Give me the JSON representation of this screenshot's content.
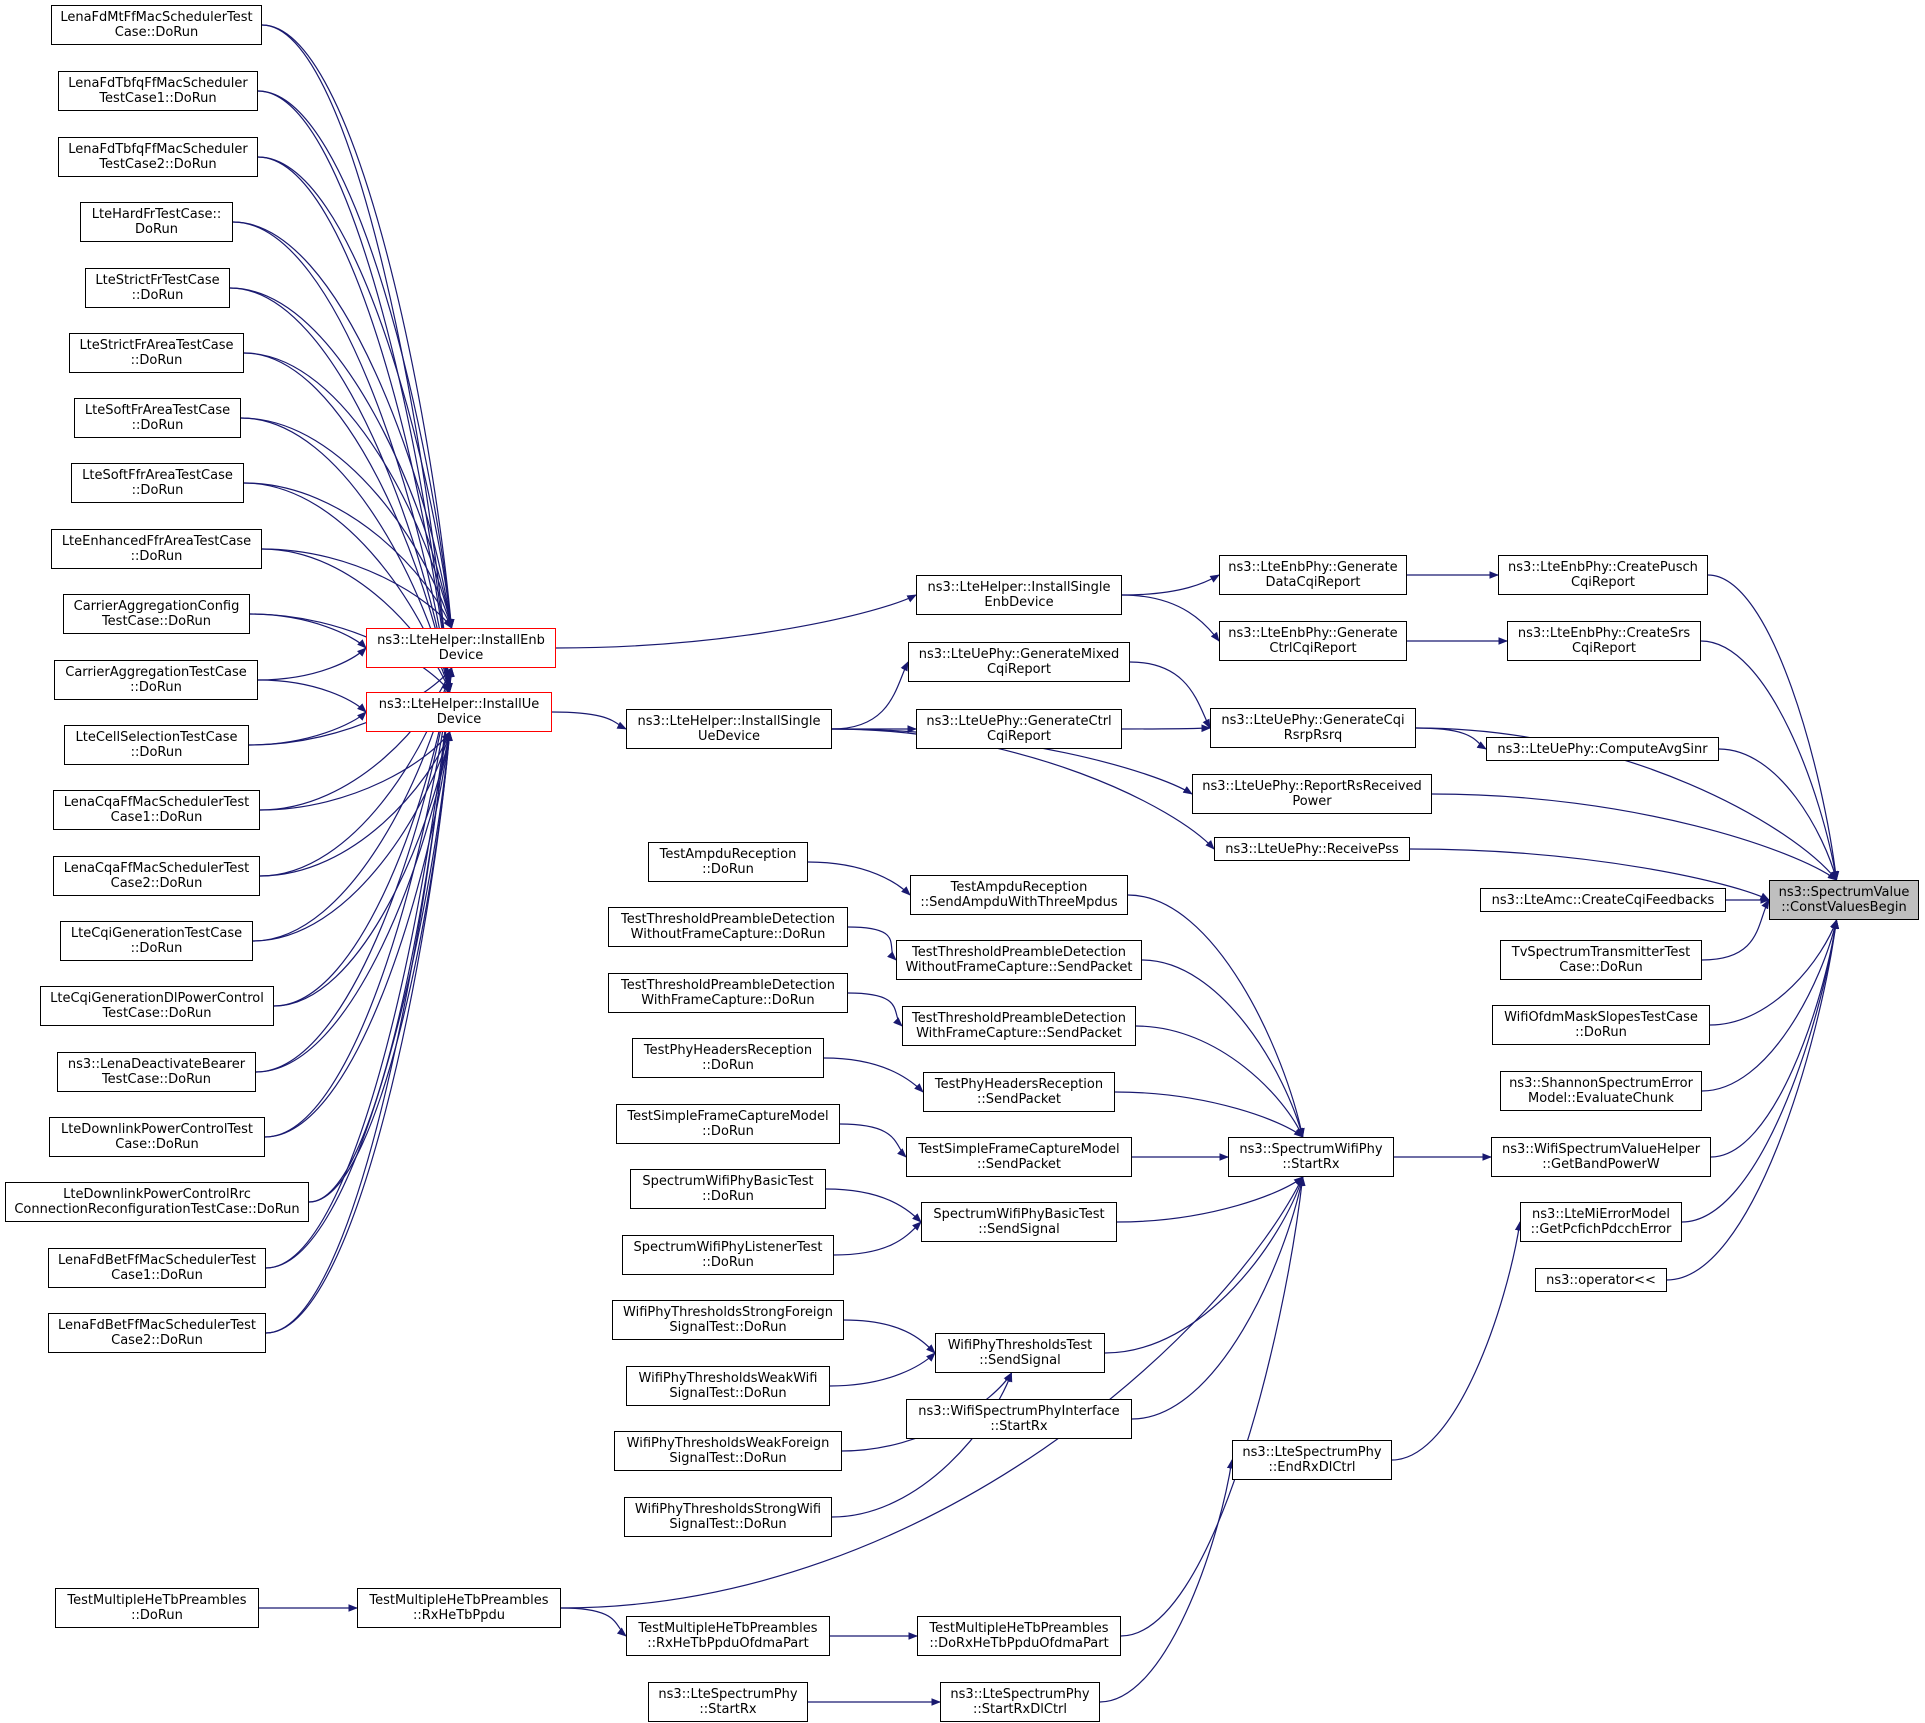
{
  "colors": {
    "edge": "#191970",
    "node_border": "#000000",
    "highlight_border": "#ff0000",
    "root_fill": "#bfbfbf",
    "background": "#ffffff"
  },
  "nodes": {
    "root": {
      "label": "ns3::SpectrumValue\n::ConstValuesBegin"
    },
    "lena_fd_mt": {
      "label": "LenaFdMtFfMacSchedulerTest\nCase::DoRun"
    },
    "lena_tbfq1": {
      "label": "LenaFdTbfqFfMacScheduler\nTestCase1::DoRun"
    },
    "lena_tbfq2": {
      "label": "LenaFdTbfqFfMacScheduler\nTestCase2::DoRun"
    },
    "lte_hard_fr": {
      "label": "LteHardFrTestCase::\nDoRun"
    },
    "lte_strict_fr": {
      "label": "LteStrictFrTestCase\n::DoRun"
    },
    "lte_strict_fr_area": {
      "label": "LteStrictFrAreaTestCase\n::DoRun"
    },
    "lte_soft_fr_area": {
      "label": "LteSoftFrAreaTestCase\n::DoRun"
    },
    "lte_soft_ffr_area": {
      "label": "LteSoftFfrAreaTestCase\n::DoRun"
    },
    "lte_enhanced_ffr": {
      "label": "LteEnhancedFfrAreaTestCase\n::DoRun"
    },
    "ca_config": {
      "label": "CarrierAggregationConfig\nTestCase::DoRun"
    },
    "ca_test": {
      "label": "CarrierAggregationTestCase\n::DoRun"
    },
    "cell_selection": {
      "label": "LteCellSelectionTestCase\n::DoRun"
    },
    "cqa1": {
      "label": "LenaCqaFfMacSchedulerTest\nCase1::DoRun"
    },
    "cqa2": {
      "label": "LenaCqaFfMacSchedulerTest\nCase2::DoRun"
    },
    "cqi_gen": {
      "label": "LteCqiGenerationTestCase\n::DoRun"
    },
    "cqi_gen_dl": {
      "label": "LteCqiGenerationDlPowerControl\nTestCase::DoRun"
    },
    "deactivate_bearer": {
      "label": "ns3::LenaDeactivateBearer\nTestCase::DoRun"
    },
    "dl_power_ctrl": {
      "label": "LteDownlinkPowerControlTest\nCase::DoRun"
    },
    "dl_power_ctrl_rrc": {
      "label": "LteDownlinkPowerControlRrc\nConnectionReconfigurationTestCase::DoRun"
    },
    "bet1": {
      "label": "LenaFdBetFfMacSchedulerTest\nCase1::DoRun"
    },
    "bet2": {
      "label": "LenaFdBetFfMacSchedulerTest\nCase2::DoRun"
    },
    "install_enb": {
      "label": "ns3::LteHelper::InstallEnb\nDevice"
    },
    "install_ue": {
      "label": "ns3::LteHelper::InstallUe\nDevice"
    },
    "install_single_enb": {
      "label": "ns3::LteHelper::InstallSingle\nEnbDevice"
    },
    "install_single_ue": {
      "label": "ns3::LteHelper::InstallSingle\nUeDevice"
    },
    "gen_data_cqi": {
      "label": "ns3::LteEnbPhy::Generate\nDataCqiReport"
    },
    "gen_ctrl_cqi_enb": {
      "label": "ns3::LteEnbPhy::Generate\nCtrlCqiReport"
    },
    "create_pusch": {
      "label": "ns3::LteEnbPhy::CreatePusch\nCqiReport"
    },
    "create_srs": {
      "label": "ns3::LteEnbPhy::CreateSrs\nCqiReport"
    },
    "gen_mixed_cqi": {
      "label": "ns3::LteUePhy::GenerateMixed\nCqiReport"
    },
    "gen_ctrl_cqi_ue": {
      "label": "ns3::LteUePhy::GenerateCtrl\nCqiReport"
    },
    "gen_cqi_rsrp": {
      "label": "ns3::LteUePhy::GenerateCqi\nRsrpRsrq"
    },
    "compute_avg_sinr": {
      "label": "ns3::LteUePhy::ComputeAvgSinr"
    },
    "report_rs": {
      "label": "ns3::LteUePhy::ReportRsReceived\nPower"
    },
    "receive_pss": {
      "label": "ns3::LteUePhy::ReceivePss"
    },
    "create_cqi_feedbacks": {
      "label": "ns3::LteAmc::CreateCqiFeedbacks"
    },
    "tv_spectrum": {
      "label": "TvSpectrumTransmitterTest\nCase::DoRun"
    },
    "wifi_ofdm_mask": {
      "label": "WifiOfdmMaskSlopesTestCase\n::DoRun"
    },
    "shannon": {
      "label": "ns3::ShannonSpectrumError\nModel::EvaluateChunk"
    },
    "get_band_power": {
      "label": "ns3::WifiSpectrumValueHelper\n::GetBandPowerW"
    },
    "get_pcfich": {
      "label": "ns3::LteMiErrorModel\n::GetPcfichPdcchError"
    },
    "operator_ll": {
      "label": "ns3::operator<<"
    },
    "ampdu_doRun": {
      "label": "TestAmpduReception\n::DoRun"
    },
    "ampdu_send": {
      "label": "TestAmpduReception\n::SendAmpduWithThreeMpdus"
    },
    "tpd_wo_doRun": {
      "label": "TestThresholdPreambleDetection\nWithoutFrameCapture::DoRun"
    },
    "tpd_wo_send": {
      "label": "TestThresholdPreambleDetection\nWithoutFrameCapture::SendPacket"
    },
    "tpd_w_doRun": {
      "label": "TestThresholdPreambleDetection\nWithFrameCapture::DoRun"
    },
    "tpd_w_send": {
      "label": "TestThresholdPreambleDetection\nWithFrameCapture::SendPacket"
    },
    "phy_headers_doRun": {
      "label": "TestPhyHeadersReception\n::DoRun"
    },
    "phy_headers_send": {
      "label": "TestPhyHeadersReception\n::SendPacket"
    },
    "simple_fc_doRun": {
      "label": "TestSimpleFrameCaptureModel\n::DoRun"
    },
    "simple_fc_send": {
      "label": "TestSimpleFrameCaptureModel\n::SendPacket"
    },
    "swp_basic_doRun": {
      "label": "SpectrumWifiPhyBasicTest\n::DoRun"
    },
    "swp_basic_send": {
      "label": "SpectrumWifiPhyBasicTest\n::SendSignal"
    },
    "swp_listener": {
      "label": "SpectrumWifiPhyListenerTest\n::DoRun"
    },
    "spectrum_wifi_start": {
      "label": "ns3::SpectrumWifiPhy\n::StartRx"
    },
    "thr_strong_foreign": {
      "label": "WifiPhyThresholdsStrongForeign\nSignalTest::DoRun"
    },
    "thr_weak_wifi": {
      "label": "WifiPhyThresholdsWeakWifi\nSignalTest::DoRun"
    },
    "thr_weak_foreign": {
      "label": "WifiPhyThresholdsWeakForeign\nSignalTest::DoRun"
    },
    "thr_strong_wifi": {
      "label": "WifiPhyThresholdsStrongWifi\nSignalTest::DoRun"
    },
    "thr_send": {
      "label": "WifiPhyThresholdsTest\n::SendSignal"
    },
    "wifi_spec_iface": {
      "label": "ns3::WifiSpectrumPhyInterface\n::StartRx"
    },
    "lte_endrx": {
      "label": "ns3::LteSpectrumPhy\n::EndRxDlCtrl"
    },
    "mhe_doRun": {
      "label": "TestMultipleHeTbPreambles\n::DoRun"
    },
    "mhe_rx": {
      "label": "TestMultipleHeTbPreambles\n::RxHeTbPpdu"
    },
    "mhe_rx_ofdma": {
      "label": "TestMultipleHeTbPreambles\n::RxHeTbPpduOfdmaPart"
    },
    "mhe_do_rx_ofdma": {
      "label": "TestMultipleHeTbPreambles\n::DoRxHeTbPpduOfdmaPart"
    },
    "lte_startrx": {
      "label": "ns3::LteSpectrumPhy\n::StartRx"
    },
    "lte_startrx_dl": {
      "label": "ns3::LteSpectrumPhy\n::StartRxDlCtrl"
    }
  }
}
